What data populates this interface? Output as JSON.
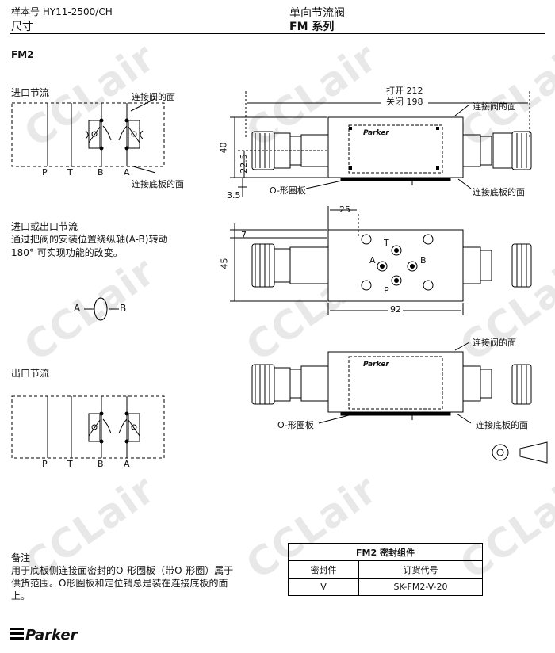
{
  "header": {
    "sample_no": "样本号 HY11-2500/CH",
    "section": "尺寸",
    "product": "单向节流阀",
    "series": "FM  系列"
  },
  "model": "FM2",
  "sections": {
    "inlet": {
      "title": "进口节流",
      "face_label": "连接阀的面",
      "base_label": "连接底板的面"
    },
    "inlet_or_outlet": {
      "title": "进口或出口节流",
      "desc1": "通过把阀的安装位置绕纵轴(A-B)转动",
      "desc2": "180° 可实现功能的改变。"
    },
    "outlet": {
      "title": "出口节流"
    }
  },
  "ports": {
    "P": "P",
    "T": "T",
    "B": "B",
    "A": "A"
  },
  "rotation_symbol": {
    "left": "A",
    "right": "B"
  },
  "views": {
    "top": {
      "open": "打开 212",
      "close": "关闭 198",
      "face_label": "连接阀的面",
      "base_label": "连接底板的面",
      "oring_label": "O-形圈板",
      "dim_40": "40",
      "dim_22_5": "22.5",
      "dim_3_5": "3.5",
      "brand": "Parker"
    },
    "plan": {
      "dim_25": "25",
      "dim_7": "7",
      "dim_45": "45",
      "dim_92": "92",
      "ports": {
        "T": "T",
        "A": "A",
        "B": "B",
        "P": "P"
      }
    },
    "bottom": {
      "face_label": "连接阀的面",
      "base_label": "连接底板的面",
      "oring_label": "O-形圈板",
      "brand": "Parker"
    }
  },
  "note": {
    "title": "备注",
    "line1": "用于底板侧连接面密封的O-形圈板（带O-形圈）属于",
    "line2": "供货范围。O形圈板和定位销总是装在连接底板的面",
    "line3": "上。"
  },
  "seal_table": {
    "title": "FM2  密封组件",
    "col1": "密封件",
    "col2": "订货代号",
    "rows": [
      {
        "seal": "V",
        "code": "SK-FM2-V-20"
      }
    ]
  },
  "footer_logo": "Parker",
  "watermark": "CCLair"
}
